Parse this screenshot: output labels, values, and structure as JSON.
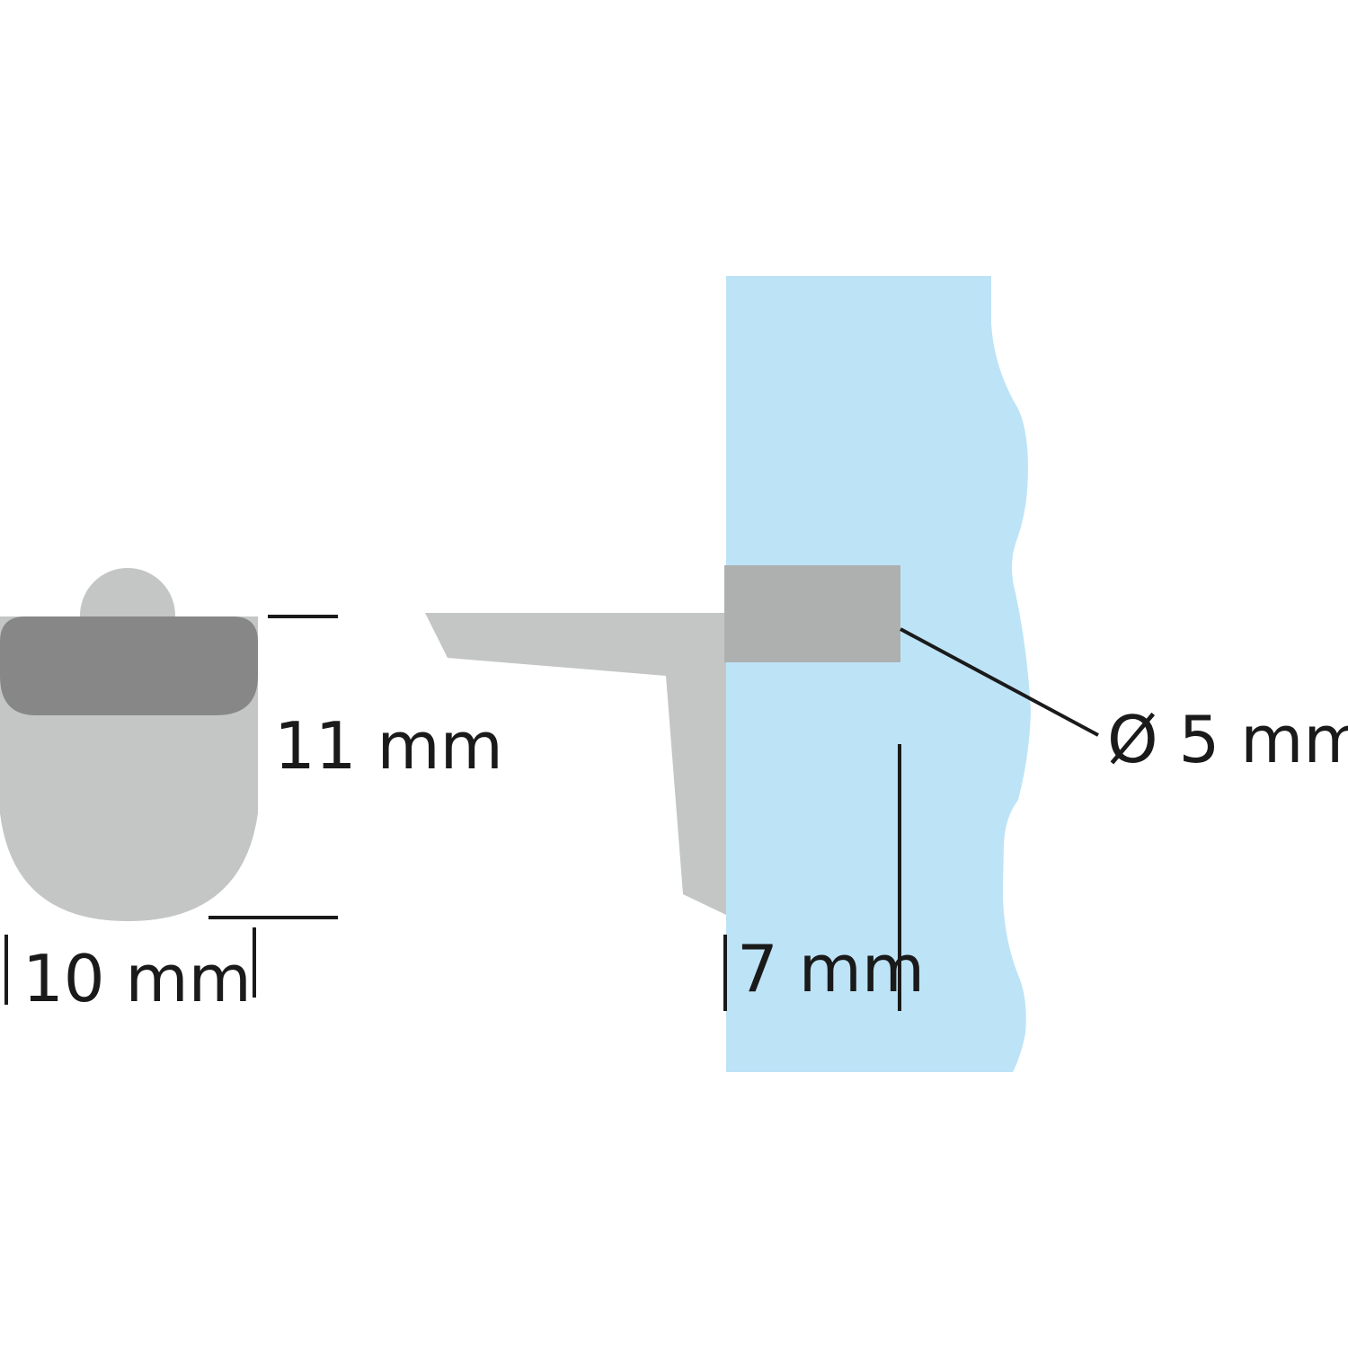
{
  "labels": {
    "height": "11 mm",
    "width": "10 mm",
    "pin_diameter": "Ø 5 mm",
    "pin_depth": "7 mm"
  },
  "colors": {
    "background": "#ffffff",
    "glass": "#bde3f7",
    "support_light": "#c4c6c6",
    "support_dark": "#878787",
    "pin": "#aeafaf",
    "line": "#1a1a1a"
  }
}
